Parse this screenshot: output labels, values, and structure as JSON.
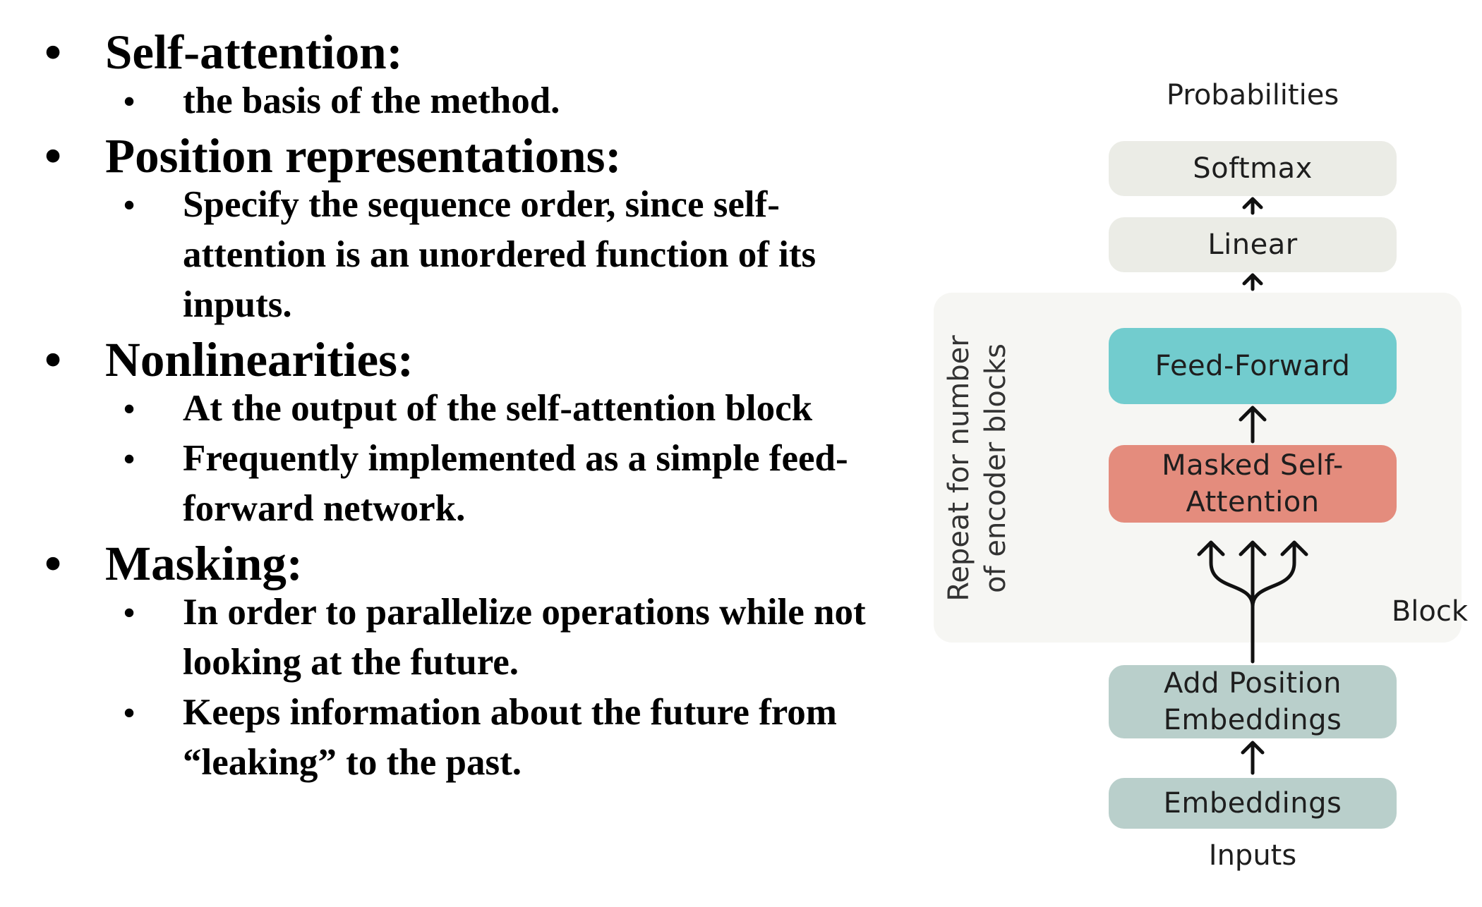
{
  "bullets": [
    {
      "heading": "Self-attention:",
      "subs": [
        "the basis of the method."
      ]
    },
    {
      "heading": "Position representations:",
      "subs": [
        "Specify the sequence order, since self-attention is an unordered function of its inputs."
      ]
    },
    {
      "heading": "Nonlinearities:",
      "subs": [
        "At the output of the self-attention block",
        "Frequently implemented as a simple feed-forward network."
      ]
    },
    {
      "heading": "Masking:",
      "subs": [
        "In order to parallelize operations while not looking at the future.",
        "Keeps information about the future from “leaking” to the past."
      ]
    }
  ],
  "diagram": {
    "output_label": "Probabilities",
    "softmax": "Softmax",
    "linear": "Linear",
    "feed_forward": "Feed-Forward",
    "attention": "Masked Self-\nAttention",
    "position": "Add Position\nEmbeddings",
    "embeddings": "Embeddings",
    "input_label": "Inputs",
    "block_label": "Block",
    "repeat_label": "Repeat  for number\nof encoder blocks",
    "colors": {
      "feed_forward": "#72ccce",
      "attention": "#e48c7d",
      "embedding": "#b9cfcb",
      "output": "#ebece6",
      "block_bg": "#f6f6f3"
    }
  }
}
